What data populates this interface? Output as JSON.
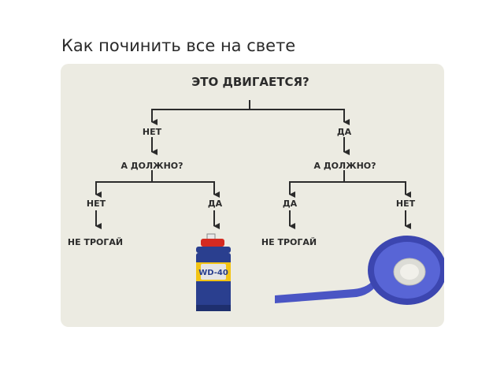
{
  "heading": "Как починить все на свете",
  "flowchart": {
    "root": "ЭТО ДВИГАЕТСЯ?",
    "left": {
      "answer": "НЕТ",
      "question": "А ДОЛЖНО?",
      "no": "НЕТ",
      "no_result": "НЕ ТРОГАЙ",
      "yes": "ДА",
      "yes_result_image": "wd40-spray-can",
      "can_label": "WD-40"
    },
    "right": {
      "answer": "ДА",
      "question": "А ДОЛЖНО?",
      "yes": "ДА",
      "yes_result": "НЕ ТРОГАЙ",
      "no": "НЕТ",
      "no_result_image": "blue-duct-tape-roll"
    }
  },
  "colors": {
    "card": "#ecebe2",
    "line": "#2b2b2b",
    "tape": "#4a55c4",
    "can_blue": "#2a3f8f",
    "can_yellow": "#f2c314",
    "can_red": "#d42a20"
  }
}
